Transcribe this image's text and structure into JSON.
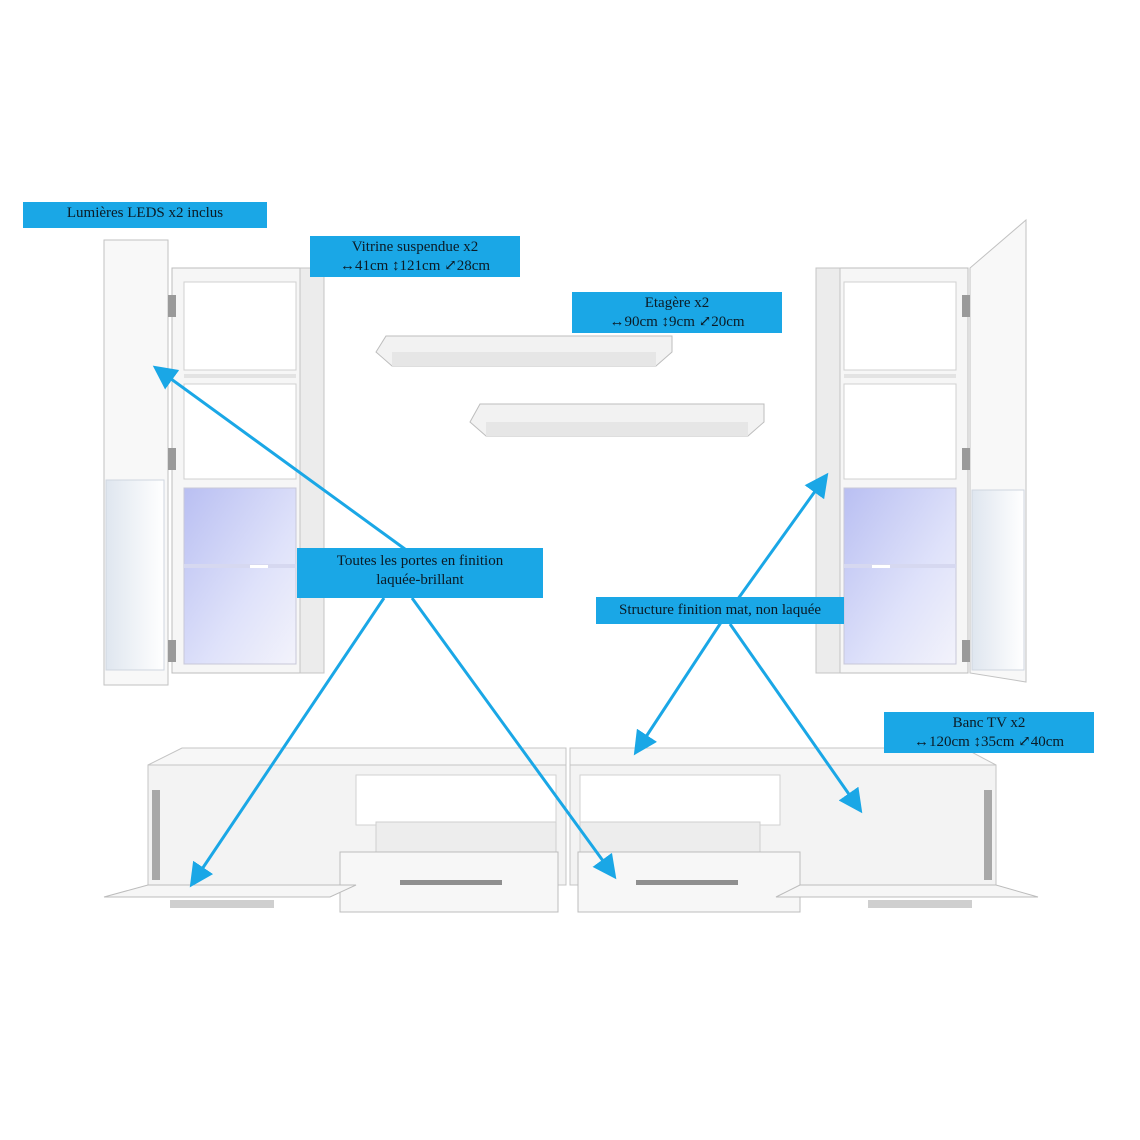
{
  "labels": {
    "leds": {
      "line1": "Lumières LEDS x2 inclus"
    },
    "vitrine": {
      "line1": "Vitrine suspendue x2",
      "line2": "↔41cm ↕121cm ⤢28cm"
    },
    "etagere": {
      "line1": "Etagère x2",
      "line2": "↔90cm ↕9cm ⤢20cm"
    },
    "portes": {
      "line1": "Toutes les portes en finition",
      "line2": "laquée-brillant"
    },
    "structure": {
      "line1": "Structure finition mat, non laquée"
    },
    "banc": {
      "line1": "Banc TV x2",
      "line2": "↔120cm ↕35cm ⤢40cm"
    }
  },
  "colors": {
    "accent": "#1aa7e6",
    "arrow": "#1aa7e6",
    "furniture": "#f4f4f4",
    "edge": "#b9b9b9",
    "led_glow": "#c9cdf5"
  }
}
